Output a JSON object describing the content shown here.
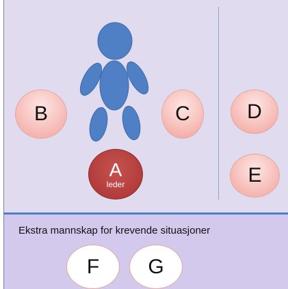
{
  "caption": "Ekstra mannskap for krevende situasjoner",
  "nodes": {
    "a": {
      "letter": "A",
      "sublabel": "leder"
    },
    "b": {
      "letter": "B"
    },
    "c": {
      "letter": "C"
    },
    "d": {
      "letter": "D"
    },
    "e": {
      "letter": "E"
    },
    "f": {
      "letter": "F"
    },
    "g": {
      "letter": "G"
    }
  },
  "colors": {
    "panel_top": "#e0dbef",
    "panel_bottom": "#d2c9ec",
    "divider": "#4f7fc4",
    "person": "#4f7fc4",
    "node_pink": "#f8c1bc",
    "node_leader": "#b23c3b",
    "node_white": "#ffffff"
  },
  "icons": [
    "person-figure-icon"
  ]
}
